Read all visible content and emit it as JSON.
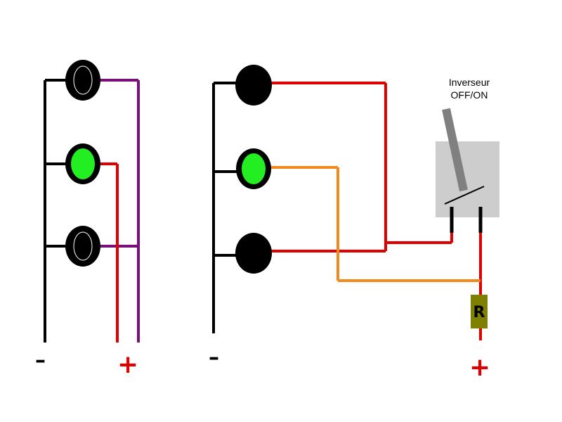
{
  "symbols": {
    "minus": "–",
    "plus": "+"
  },
  "switch": {
    "label_line1": "Inverseur",
    "label_line2": "OFF/ON"
  },
  "resistor": {
    "label": "R"
  },
  "colors": {
    "ground_wire": "#000000",
    "positive_wire": "#e00000",
    "bus_wire": "#7a0f7a",
    "signal_wire": "#f08a1c",
    "led_off": "#000000",
    "led_on": "#22ee22",
    "switch_body": "#cdcdcd",
    "switch_lever": "#808080",
    "resistor_body": "#808000"
  },
  "left_circuit": {
    "leds": [
      {
        "state": "off"
      },
      {
        "state": "on"
      },
      {
        "state": "off"
      }
    ]
  },
  "right_circuit": {
    "leds": [
      {
        "state": "off"
      },
      {
        "state": "on"
      },
      {
        "state": "off"
      }
    ]
  }
}
